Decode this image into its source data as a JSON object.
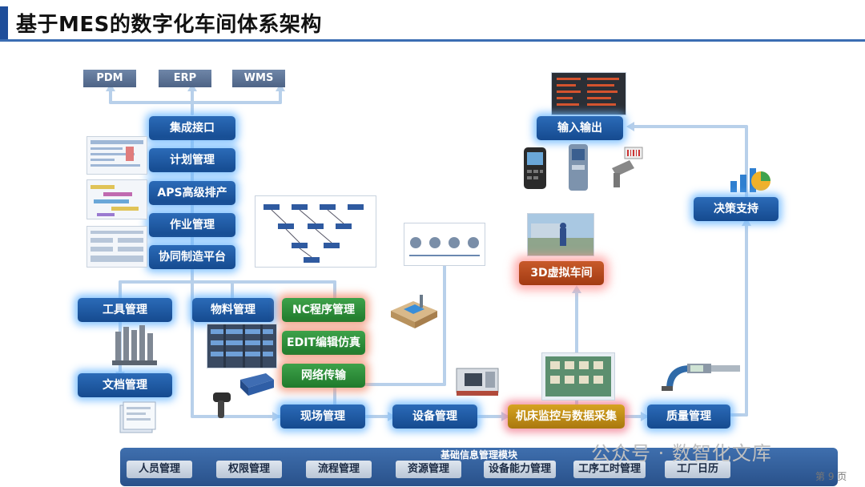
{
  "title": "基于MES的数字化车间体系架构",
  "systems": [
    "PDM",
    "ERP",
    "WMS"
  ],
  "left_stack": [
    "集成接口",
    "计划管理",
    "APS高级排产",
    "作业管理",
    "协同制造平台"
  ],
  "middle_row": {
    "tool": "工具管理",
    "material": "物料管理",
    "nc": "NC程序管理",
    "edit": "EDIT编辑仿真",
    "network": "网络传输",
    "document": "文档管理"
  },
  "bottom_row": {
    "site": "现场管理",
    "equipment": "设备管理",
    "monitor": "机床监控与数据采集",
    "quality": "质量管理"
  },
  "right_column": {
    "io": "输入输出",
    "decision": "决策支持",
    "virtual": "3D虚拟车间"
  },
  "base": {
    "title": "基础信息管理模块",
    "items": [
      "人员管理",
      "权限管理",
      "流程管理",
      "资源管理",
      "设备能力管理",
      "工序工时管理",
      "工厂日历"
    ]
  },
  "watermark": "公众号 · 数智化文库",
  "page": "第 9 页",
  "colors": {
    "accent": "#1f4e9a",
    "module": "#1d5aa3",
    "green": "#2e8f3a",
    "gold": "#c99319",
    "glow": "#7fc1ff"
  }
}
